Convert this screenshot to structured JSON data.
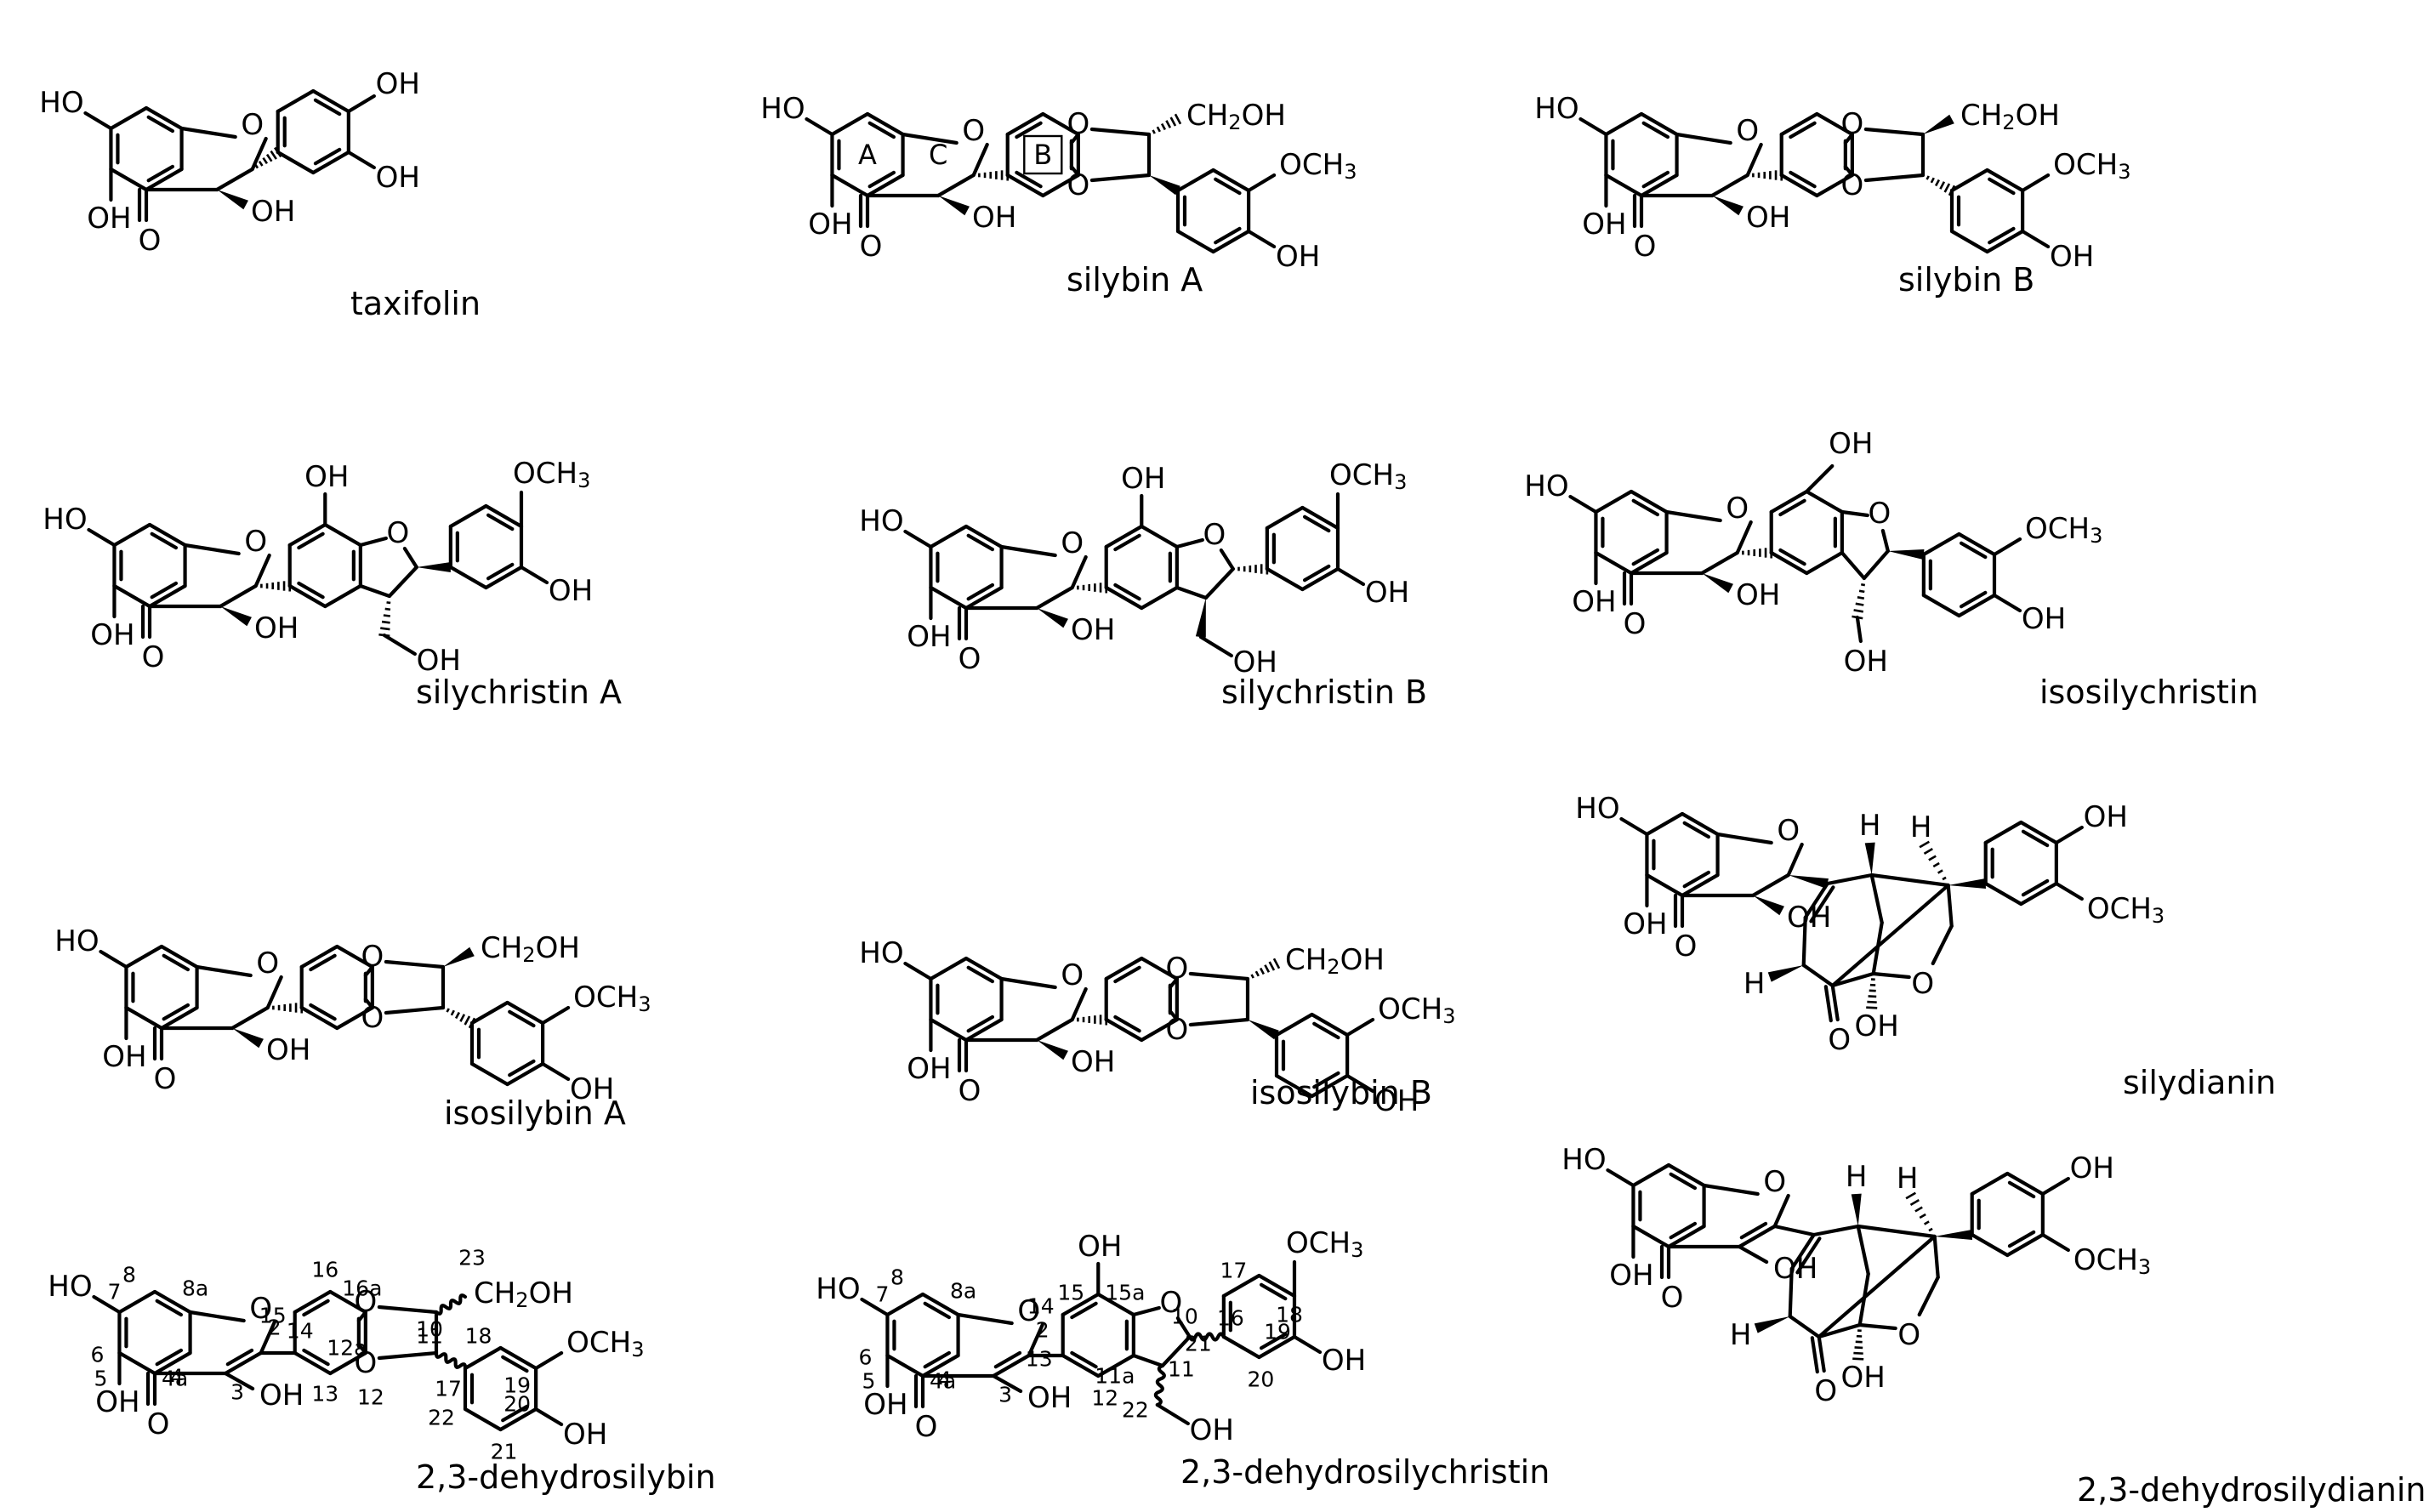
{
  "compounds": [
    {
      "name": "taxifolin"
    },
    {
      "name": "silybin A"
    },
    {
      "name": "silybin B"
    },
    {
      "name": "silychristin A"
    },
    {
      "name": "silychristin B"
    },
    {
      "name": "isosilychristin"
    },
    {
      "name": "isosilybin A"
    },
    {
      "name": "isosilybin B"
    },
    {
      "name": "silydianin"
    },
    {
      "name": "2,3-dehydrosilybin"
    },
    {
      "name": "2,3-dehydrosilychristin"
    },
    {
      "name": "2,3-dehydrosilydianin"
    }
  ],
  "groups": {
    "oh": "OH",
    "ho": "HO",
    "o": "O",
    "h": "H",
    "och3": "OCH3",
    "ch2oh": "CH2OH"
  },
  "ring_labels": [
    "A",
    "B",
    "C"
  ],
  "atom_numbers": {
    "dehydrosilybin": [
      "2",
      "3",
      "4",
      "4a",
      "5",
      "6",
      "7",
      "8",
      "8a",
      "10",
      "11",
      "12",
      "12a",
      "13",
      "14",
      "15",
      "16",
      "16a",
      "17",
      "18",
      "19",
      "20",
      "21",
      "22",
      "23"
    ],
    "dehydrosilychristin": [
      "2",
      "3",
      "4",
      "4a",
      "5",
      "6",
      "7",
      "8",
      "8a",
      "10",
      "11",
      "11a",
      "12",
      "13",
      "14",
      "15",
      "15a",
      "16",
      "17",
      "18",
      "19",
      "20",
      "21",
      "22"
    ]
  }
}
